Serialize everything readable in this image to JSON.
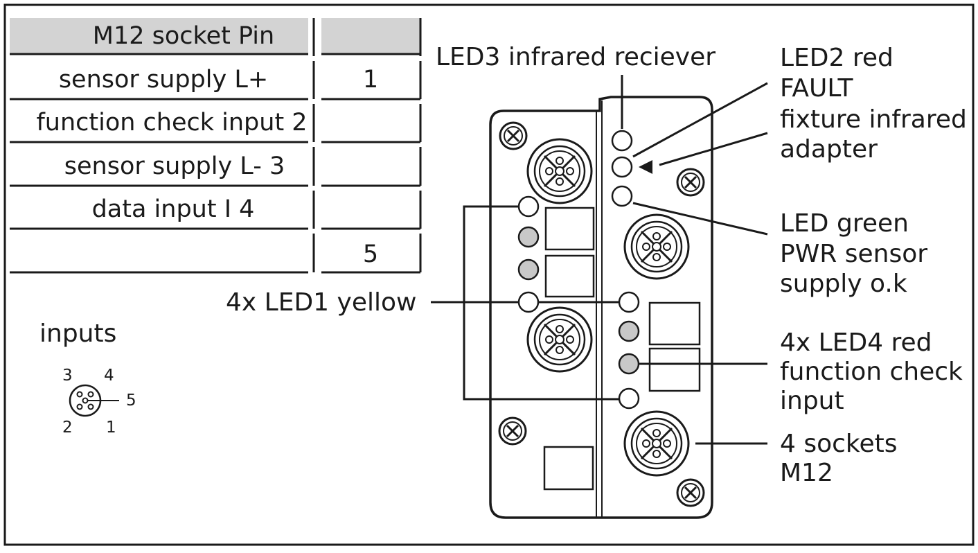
{
  "table": {
    "header": {
      "col1": "M12 socket Pin",
      "col2": ""
    },
    "rows": [
      {
        "col1": "sensor supply L+",
        "col2": "1"
      },
      {
        "col1": "function check input 2",
        "col2": ""
      },
      {
        "col1": "sensor supply L- 3",
        "col2": ""
      },
      {
        "col1": "data input I 4",
        "col2": ""
      },
      {
        "col1": "",
        "col2": "5"
      }
    ]
  },
  "pinout": {
    "title": "inputs",
    "pins": [
      "3",
      "4",
      "5",
      "2",
      "1"
    ]
  },
  "callouts": {
    "led3": "LED3 infrared reciever",
    "led2": [
      "LED2 red",
      "FAULT",
      "fixture infrared",
      "adapter"
    ],
    "led_green": [
      "LED green",
      "PWR sensor",
      "supply o.k"
    ],
    "led1": "4x LED1 yellow",
    "led4": [
      "4x LED4 red",
      "function check",
      "input"
    ],
    "sockets": [
      "4 sockets",
      "M12"
    ]
  },
  "colors": {
    "header_fill": "#d3d3d3",
    "led_lit": "#c8c8c8",
    "line": "#1a1a1a"
  }
}
